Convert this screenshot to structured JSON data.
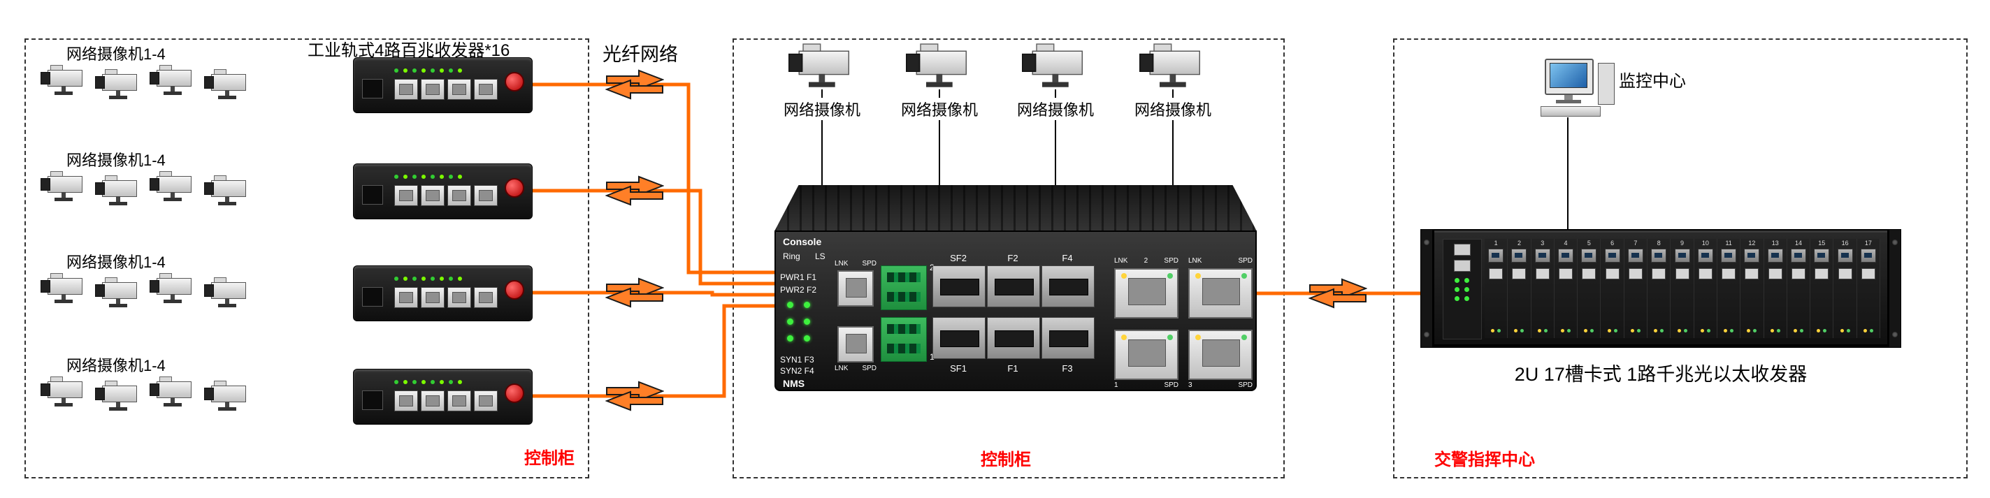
{
  "left_box": {
    "title": "工业轨式4路百兆收发器*16",
    "rows": [
      {
        "label": "网络摄像机1-4"
      },
      {
        "label": "网络摄像机1-4"
      },
      {
        "label": "网络摄像机1-4"
      },
      {
        "label": "网络摄像机1-4"
      }
    ],
    "footer": "控制柜"
  },
  "fiber_network_label": "光纤网络",
  "center_box": {
    "cameras": [
      {
        "label": "网络摄像机"
      },
      {
        "label": "网络摄像机"
      },
      {
        "label": "网络摄像机"
      },
      {
        "label": "网络摄像机"
      }
    ],
    "switch": {
      "console": "Console",
      "ring": "Ring",
      "ls": "LS",
      "pwr1": "PWR1 F1",
      "pwr2": "PWR2 F2",
      "syn1": "SYN1 F3",
      "syn2": "SYN2 F4",
      "nms": "NMS",
      "sfp_top": [
        "SF2",
        "F2",
        "F4"
      ],
      "sfp_bottom": [
        "SF1",
        "F1",
        "F3"
      ],
      "lnk": "LNK",
      "spd": "SPD",
      "num1": "1",
      "num2": "2",
      "num3": "3"
    },
    "footer": "控制柜"
  },
  "right_box": {
    "monitor_label": "监控中心",
    "rack_caption": "2U 17槽卡式 1路千兆光以太收发器",
    "slots": [
      "1",
      "2",
      "3",
      "4",
      "5",
      "6",
      "7",
      "8",
      "9",
      "10",
      "11",
      "12",
      "13",
      "14",
      "15",
      "16",
      "17"
    ],
    "footer": "交警指挥中心"
  },
  "colors": {
    "wire_orange": "#ff6a00",
    "alert_red": "#ff0000"
  }
}
